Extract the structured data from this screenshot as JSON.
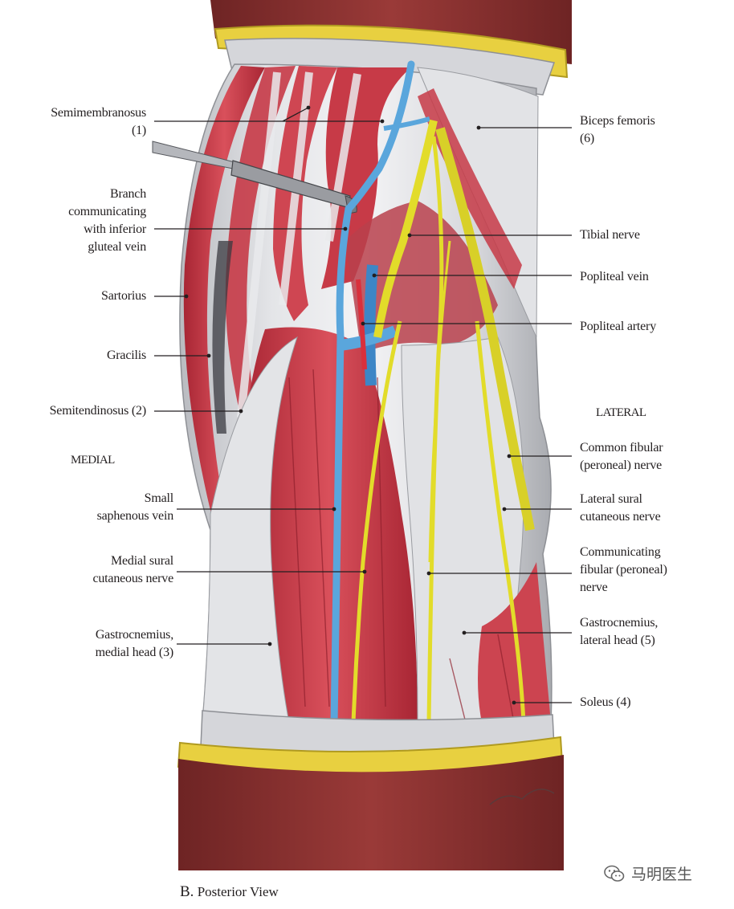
{
  "colors": {
    "muscle": "#c73a47",
    "muscle_dark": "#8f1f2c",
    "fascia": "#dcdde0",
    "fascia_shadow": "#a9abb0",
    "vein": "#5aa6dc",
    "nerve": "#e2dc2a",
    "fat": "#e8d040",
    "skin_cut": "#8b2d2d",
    "label": "#231f20"
  },
  "labels": {
    "semimembranosus": {
      "lines": [
        "Semimembranosus",
        "(1)"
      ]
    },
    "branch": {
      "lines": [
        "Branch",
        "communicating",
        "with inferior",
        "gluteal vein"
      ]
    },
    "sartorius": {
      "lines": [
        "Sartorius"
      ]
    },
    "gracilis": {
      "lines": [
        "Gracilis"
      ]
    },
    "semitendinosus": {
      "lines": [
        "Semitendinosus (2)"
      ]
    },
    "medial_side": {
      "lines": [
        "MEDIAL"
      ]
    },
    "small_saphenous": {
      "lines": [
        "Small",
        "saphenous vein"
      ]
    },
    "medial_sural": {
      "lines": [
        "Medial sural",
        "cutaneous nerve"
      ]
    },
    "gastroc_medial": {
      "lines": [
        "Gastrocnemius,",
        "medial head (3)"
      ]
    },
    "biceps": {
      "lines": [
        "Biceps femoris",
        "(6)"
      ]
    },
    "tibial": {
      "lines": [
        "Tibial nerve"
      ]
    },
    "popliteal_vein": {
      "lines": [
        "Popliteal vein"
      ]
    },
    "popliteal_artery": {
      "lines": [
        "Popliteal artery"
      ]
    },
    "lateral_side": {
      "lines": [
        "LATERAL"
      ]
    },
    "common_fibular": {
      "lines": [
        "Common fibular",
        "(peroneal) nerve"
      ]
    },
    "lateral_sural": {
      "lines": [
        "Lateral sural",
        "cutaneous nerve"
      ]
    },
    "communicating_fibular": {
      "lines": [
        "Communicating",
        "fibular (peroneal)",
        "nerve"
      ]
    },
    "gastroc_lateral": {
      "lines": [
        "Gastrocnemius,",
        "lateral head (5)"
      ]
    },
    "soleus": {
      "lines": [
        "Soleus (4)"
      ]
    }
  },
  "caption": {
    "letter": "B.",
    "text": "Posterior View"
  },
  "watermark": {
    "icon": "wechat-icon",
    "text": "马明医生"
  }
}
